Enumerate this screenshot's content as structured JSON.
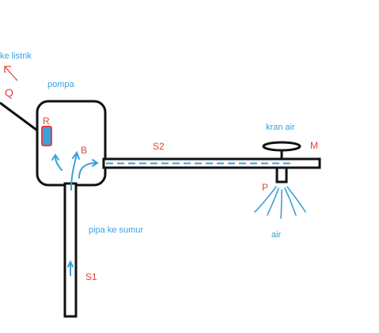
{
  "labels": {
    "power": "ke listrik",
    "pump": "pompa",
    "faucet": "kran air",
    "pipe_to_well": "pipa ke sumur",
    "water": "air",
    "point_q": "Q",
    "point_r": "R",
    "point_b": "B",
    "point_s1": "S1",
    "point_s2": "S2",
    "point_m": "M",
    "point_p": "P"
  },
  "colors": {
    "outline": "#111111",
    "water_blue": "#3aa0dc",
    "label_red": "#e8413a",
    "background": "#ffffff"
  },
  "icons": [
    "plug-arrow-icon",
    "motor-switch-icon",
    "flow-arrow-icon",
    "water-spray-icon"
  ]
}
